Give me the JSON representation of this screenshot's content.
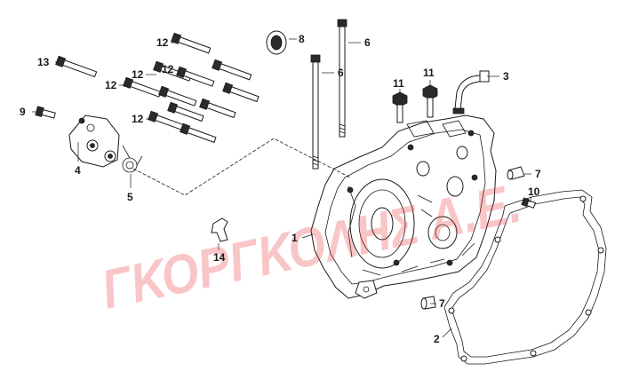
{
  "diagram": {
    "callouts": {
      "c1": "1",
      "c2": "2",
      "c3": "3",
      "c4": "4",
      "c5": "5",
      "c6a": "6",
      "c6b": "6",
      "c7a": "7",
      "c7b": "7",
      "c8": "8",
      "c9": "9",
      "c10": "10",
      "c11a": "11",
      "c11b": "11",
      "c12a": "12",
      "c12b": "12",
      "c12c": "12",
      "c12d": "12",
      "c12e": "12",
      "c13": "13",
      "c14": "14"
    },
    "watermark": "ΓΚΟΡΓΚΟΛΗΣ Α.Ε.",
    "colors": {
      "line": "#1a1a1a",
      "watermark": "#e8333a"
    }
  }
}
